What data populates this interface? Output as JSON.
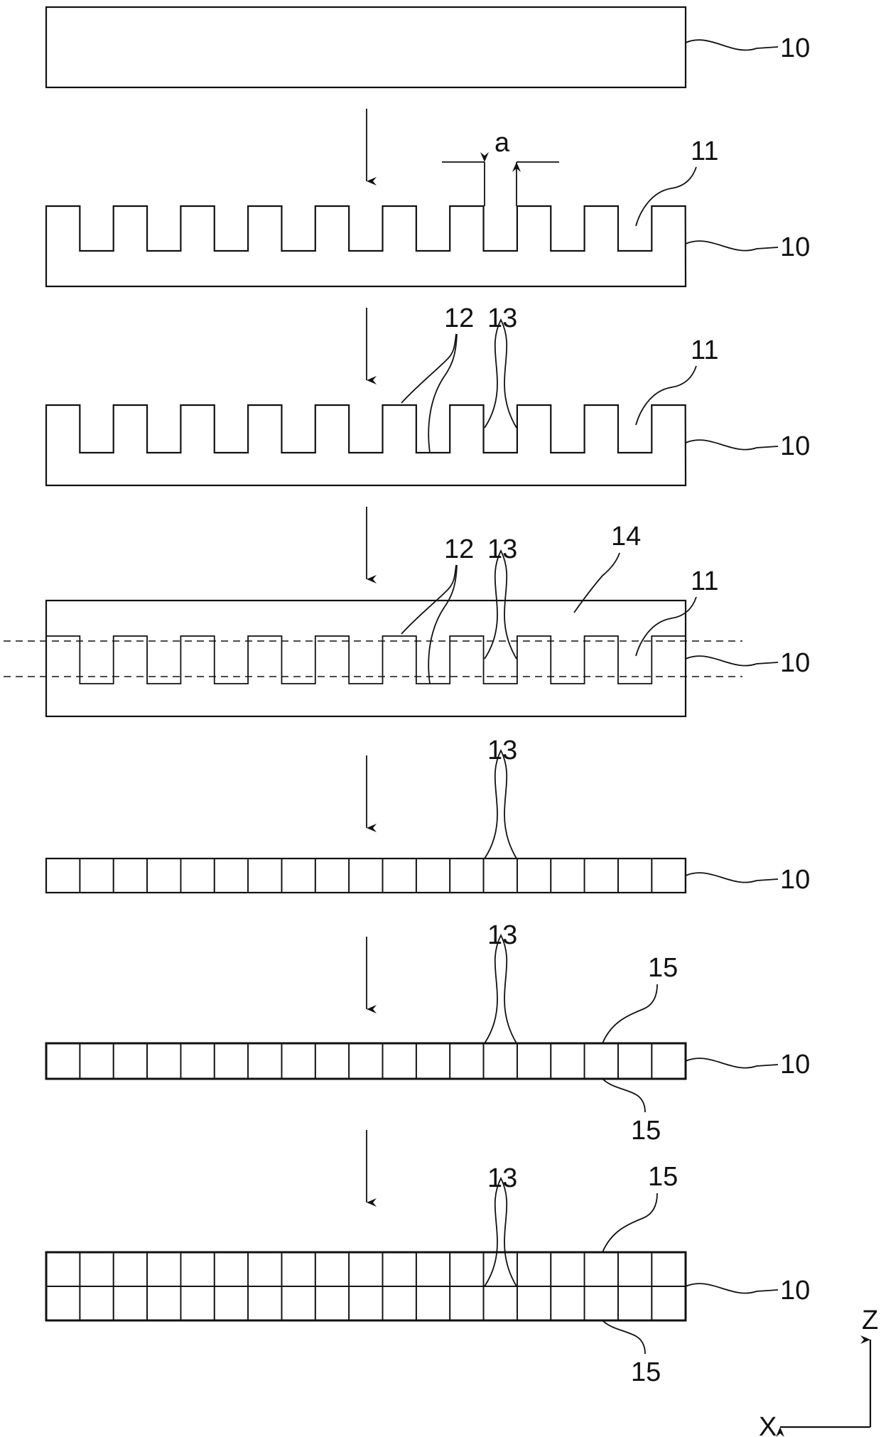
{
  "stages": [
    {
      "id": 1,
      "labels": [
        "10"
      ]
    },
    {
      "id": 2,
      "labels": [
        "a",
        "11",
        "10"
      ]
    },
    {
      "id": 3,
      "labels": [
        "12",
        "13",
        "11",
        "10"
      ]
    },
    {
      "id": 4,
      "labels": [
        "12",
        "13",
        "14",
        "11",
        "10"
      ]
    },
    {
      "id": 5,
      "labels": [
        "13",
        "10"
      ]
    },
    {
      "id": 6,
      "labels": [
        "13",
        "15",
        "10",
        "15"
      ]
    },
    {
      "id": 7,
      "labels": [
        "13",
        "15",
        "10",
        "15"
      ]
    }
  ],
  "labels": {
    "substrate": "10",
    "trench": "11",
    "sidewall": "12",
    "seam": "13",
    "fill": "14",
    "layer": "15",
    "width": "a"
  },
  "axes": {
    "z": "Z",
    "x": "X"
  }
}
